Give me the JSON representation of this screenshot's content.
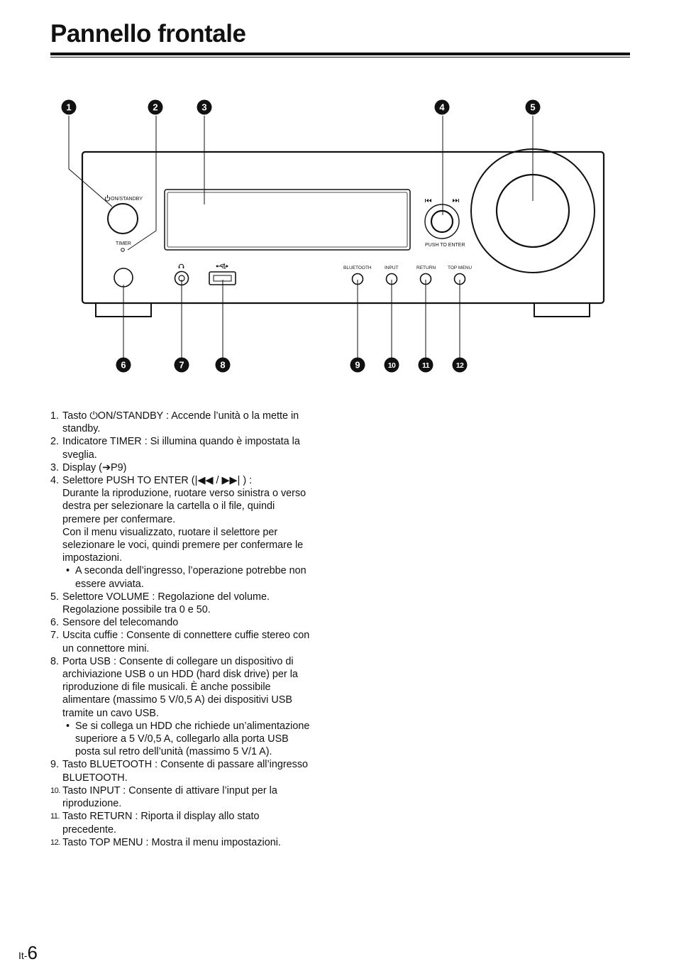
{
  "page": {
    "title": "Pannello frontale",
    "page_prefix": "It-",
    "page_number": "6"
  },
  "diagram": {
    "callouts": [
      "1",
      "2",
      "3",
      "4",
      "5",
      "6",
      "7",
      "8",
      "9",
      "10",
      "11",
      "12"
    ],
    "panel_labels": {
      "on_standby": "ON/STANDBY",
      "timer": "TIMER",
      "push_to_enter": "PUSH TO ENTER",
      "bluetooth": "BLUETOOTH",
      "input": "INPUT",
      "return": "RETURN",
      "top_menu": "TOP MENU"
    },
    "icons": [
      "power-icon",
      "headphone-icon",
      "usb-icon",
      "skip-back-icon",
      "skip-forward-icon"
    ]
  },
  "items": [
    {
      "n": "1.",
      "lines": [
        "Tasto ⏻ON/STANDBY : Accende l’unità o la mette in",
        "standby."
      ]
    },
    {
      "n": "2.",
      "lines": [
        "Indicatore TIMER : Si illumina quando è impostata la",
        "sveglia."
      ]
    },
    {
      "n": "3.",
      "lines": [
        "Display (➔P9)"
      ]
    },
    {
      "n": "4.",
      "lines": [
        "Selettore PUSH TO ENTER (|◀◀ / ▶▶| ) :",
        "Durante la riproduzione, ruotare verso sinistra o verso",
        "destra per selezionare la cartella o il file, quindi",
        "premere per confermare.",
        "Con il menu visualizzato, ruotare il selettore per",
        "selezionare le voci, quindi premere per confermare le",
        "impostazioni."
      ],
      "bullets": [
        [
          "A seconda dell’ingresso, l’operazione potrebbe non",
          "essere avviata."
        ]
      ]
    },
    {
      "n": "5.",
      "lines": [
        "Selettore VOLUME : Regolazione del volume.",
        "Regolazione possibile tra 0 e 50."
      ]
    },
    {
      "n": "6.",
      "lines": [
        "Sensore del telecomando"
      ]
    },
    {
      "n": "7.",
      "lines": [
        "Uscita cuffie : Consente di connettere cuffie stereo con",
        "un connettore mini."
      ]
    },
    {
      "n": "8.",
      "lines": [
        "Porta USB : Consente di collegare un dispositivo di",
        "archiviazione USB o un HDD (hard disk drive) per la",
        "riproduzione di file musicali. È anche possibile",
        "alimentare (massimo 5 V/0,5 A) dei dispositivi USB",
        "tramite un cavo USB."
      ],
      "bullets": [
        [
          "Se si collega un HDD che richiede un’alimentazione",
          "superiore a 5 V/0,5 A, collegarlo alla porta USB",
          "posta sul retro dell’unità (massimo 5 V/1 A)."
        ]
      ]
    },
    {
      "n": "9.",
      "lines": [
        "Tasto BLUETOOTH : Consente di passare all’ingresso",
        "BLUETOOTH."
      ]
    },
    {
      "n": "10.",
      "lines": [
        "Tasto INPUT : Consente di attivare l’input per la",
        "riproduzione."
      ]
    },
    {
      "n": "11.",
      "lines": [
        "Tasto RETURN : Riporta il display allo stato",
        "precedente."
      ]
    },
    {
      "n": "12.",
      "lines": [
        "Tasto TOP MENU : Mostra il menu impostazioni."
      ]
    }
  ]
}
